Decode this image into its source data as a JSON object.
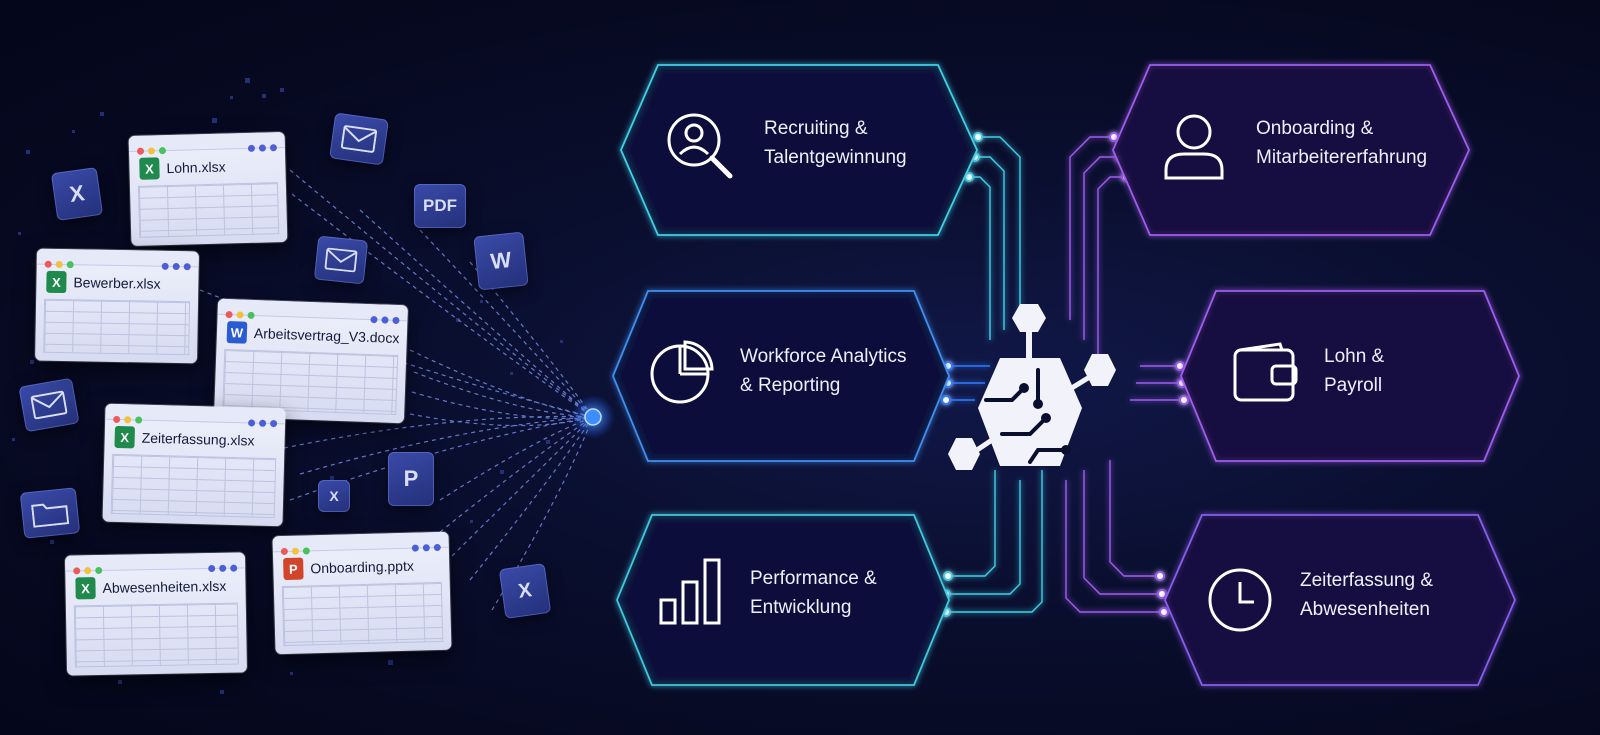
{
  "files": [
    {
      "name": "Lohn.xlsx",
      "type": "excel",
      "badge": "X"
    },
    {
      "name": "Bewerber.xlsx",
      "type": "excel",
      "badge": "X"
    },
    {
      "name": "Arbeitsvertrag_V3.docx",
      "type": "word",
      "badge": "W"
    },
    {
      "name": "Zeiterfassung.xlsx",
      "type": "excel",
      "badge": "X"
    },
    {
      "name": "Abwesenheiten.xlsx",
      "type": "excel",
      "badge": "X"
    },
    {
      "name": "Onboarding.pptx",
      "type": "powerpoint",
      "badge": "P"
    }
  ],
  "floating_icons": {
    "pdf_label": "PDF",
    "word_label": "W",
    "ppt_label": "P",
    "excel_label": "X",
    "mail": "envelope-icon",
    "folder": "folder-icon"
  },
  "modules": [
    {
      "line1": "Recruiting &",
      "line2": "Talentgewinnung",
      "icon": "search-person-icon",
      "color": "#3fd0e8"
    },
    {
      "line1": "Workforce Analytics",
      "line2": "& Reporting",
      "icon": "pie-chart-icon",
      "color": "#3f8ff0"
    },
    {
      "line1": "Performance &",
      "line2": "Entwicklung",
      "icon": "bar-chart-icon",
      "color": "#3fc8e0"
    },
    {
      "line1": "Onboarding &",
      "line2": "Mitarbeitererfahrung",
      "icon": "person-icon",
      "color": "#a05cf0"
    },
    {
      "line1": "Lohn &",
      "line2": "Payroll",
      "icon": "wallet-icon",
      "color": "#a05cf0"
    },
    {
      "line1": "Zeiterfassung &",
      "line2": "Abwesenheiten",
      "icon": "clock-icon",
      "color": "#8a5cf0"
    }
  ],
  "hub": {
    "icon": "ai-circuit-hub-icon"
  },
  "colors": {
    "background": "#070b22",
    "cyan": "#3fd0e8",
    "blue": "#2f7cff",
    "purple": "#a05cf0"
  }
}
